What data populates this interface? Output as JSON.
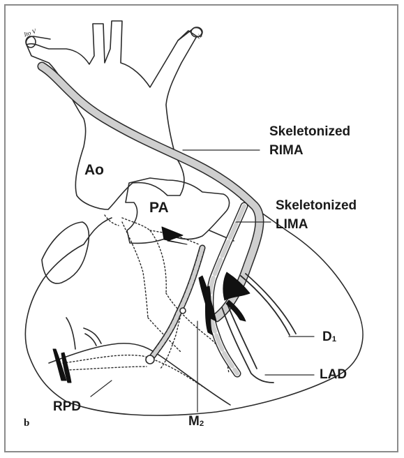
{
  "figure": {
    "panel_letter": "b",
    "labels": {
      "ao": "Ao",
      "pa": "PA",
      "rima_line1": "Skeletonized",
      "rima_line2": "RIMA",
      "lima_line1": "Skeletonized",
      "lima_line2": "LIMA",
      "d1_base": "D",
      "d1_sub": "1",
      "lad": "LAD",
      "rpd": "RPD",
      "m2_base": "M",
      "m2_sub": "2",
      "vessel_left": "Ito V",
      "vessel_right": "tir"
    },
    "colors": {
      "line": "#2a2a2a",
      "graft_fill": "#cfcfcf",
      "dark_fill": "#111111"
    }
  }
}
